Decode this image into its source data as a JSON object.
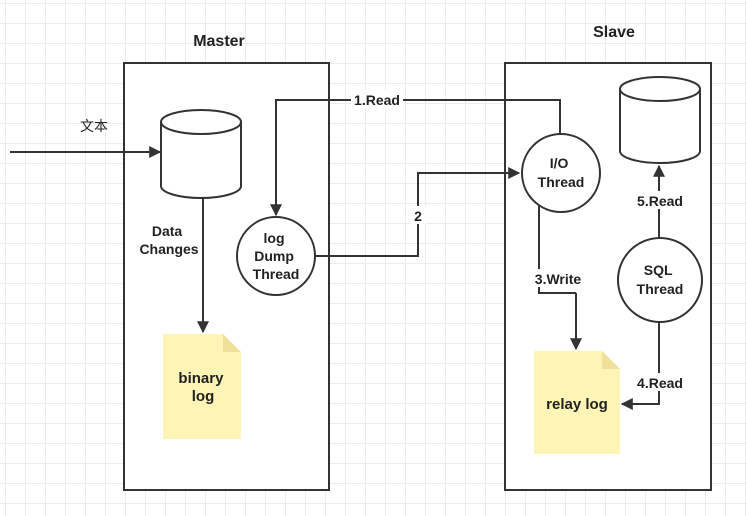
{
  "master": {
    "title": "Master"
  },
  "slave": {
    "title": "Slave"
  },
  "input_label": "文本",
  "data_changes": {
    "line1": "Data",
    "line2": "Changes"
  },
  "log_dump_thread": {
    "line1": "log",
    "line2": "Dump",
    "line3": "Thread"
  },
  "binary_log": {
    "line1": "binary",
    "line2": "log"
  },
  "io_thread": {
    "line1": "I/O",
    "line2": "Thread"
  },
  "sql_thread": {
    "line1": "SQL",
    "line2": "Thread"
  },
  "relay_log": {
    "label": "relay log"
  },
  "edges": {
    "read1": "1.Read",
    "step2": "2",
    "write3": "3.Write",
    "read4": "4.Read",
    "read5": "5.Read"
  },
  "colors": {
    "stroke": "#333333",
    "note_fill": "#fdf4b5",
    "note_fold": "#f0e19a",
    "grid": "#ececec"
  }
}
